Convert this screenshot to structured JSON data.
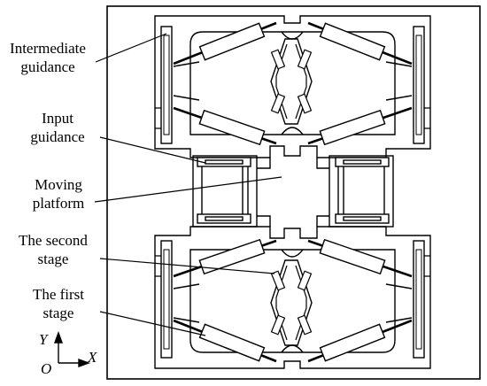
{
  "labels": {
    "intermediate": {
      "line1": "Intermediate",
      "line2": "guidance"
    },
    "input": {
      "line1": "Input",
      "line2": "guidance"
    },
    "moving": {
      "line1": "Moving",
      "line2": "platform"
    },
    "second": {
      "line1": "The second",
      "line2": "stage"
    },
    "first": {
      "line1": "The first",
      "line2": "stage"
    }
  },
  "axes": {
    "y": "Y",
    "x": "X",
    "origin": "O"
  },
  "colors": {
    "stroke": "#000000",
    "background": "#ffffff"
  }
}
